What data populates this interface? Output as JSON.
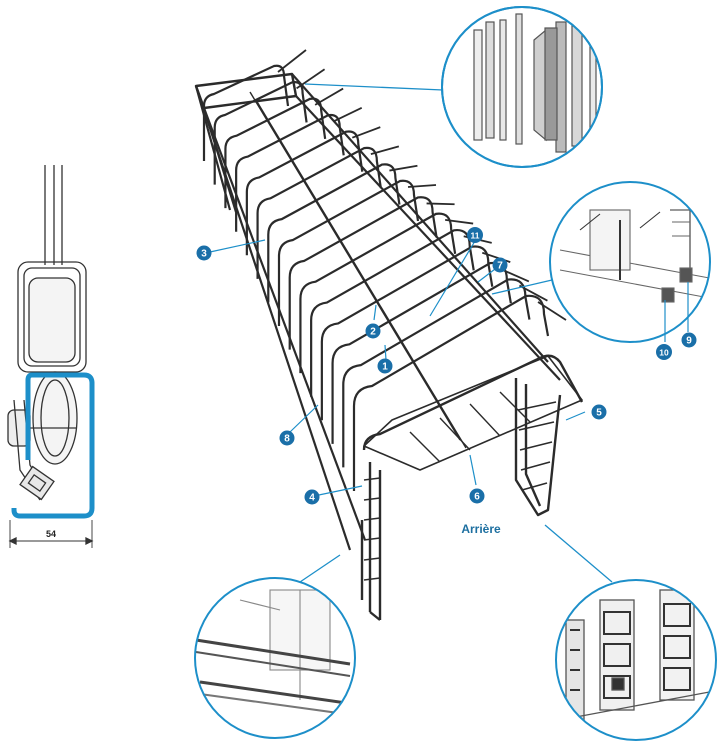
{
  "section_dimension": "54",
  "rear_label": "Arrière",
  "callouts": [
    {
      "num": "1"
    },
    {
      "num": "2"
    },
    {
      "num": "3"
    },
    {
      "num": "4"
    },
    {
      "num": "5"
    },
    {
      "num": "6"
    },
    {
      "num": "7"
    },
    {
      "num": "8"
    },
    {
      "num": "9"
    },
    {
      "num": "10"
    },
    {
      "num": "11"
    }
  ],
  "colors": {
    "accent": "#1d8fc9",
    "badge": "#1a6fa8",
    "frame": "#2b2b2b",
    "detail_gray": "#b8b8b8"
  }
}
